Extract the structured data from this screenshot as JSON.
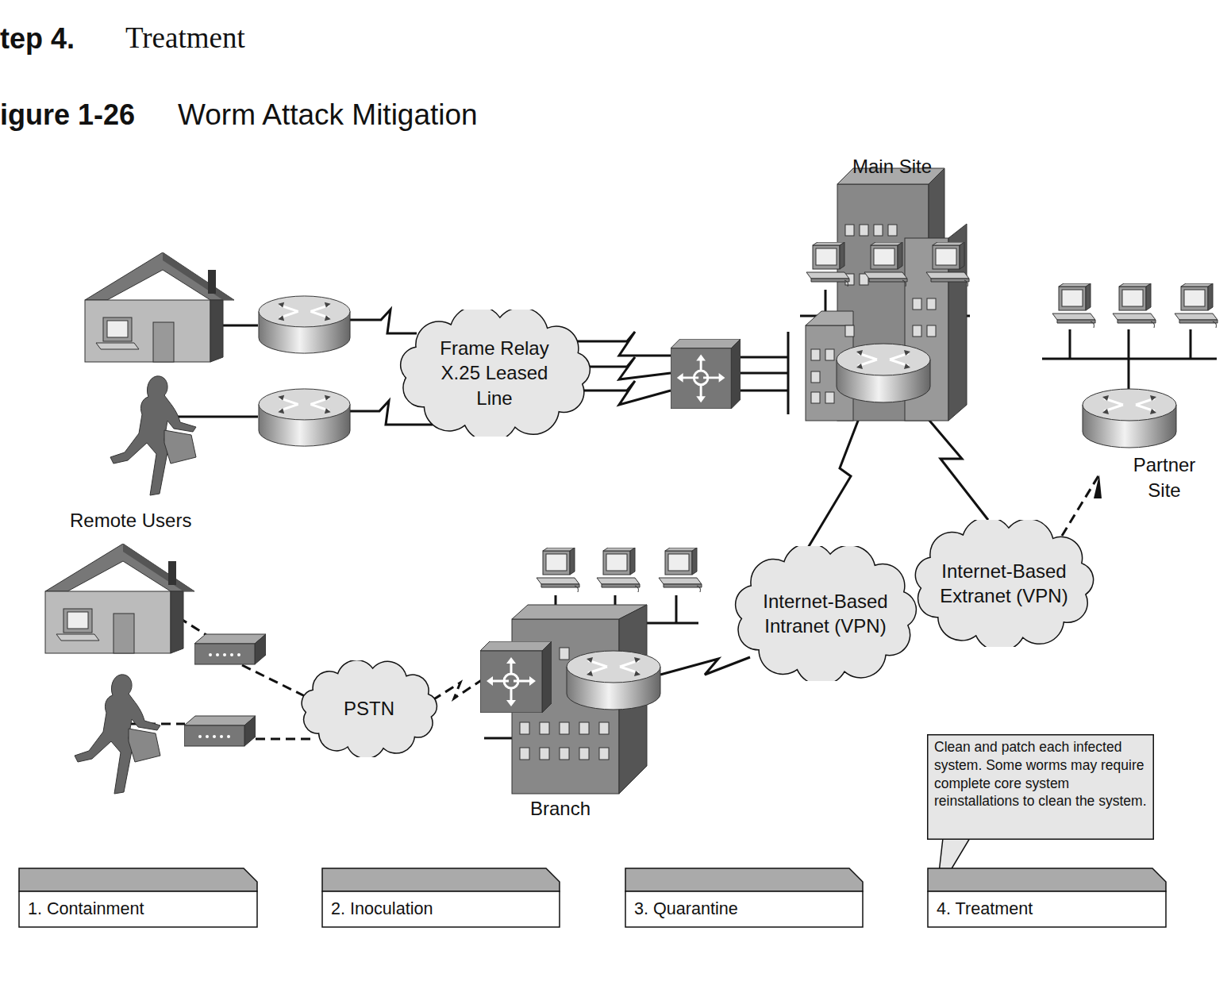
{
  "diagram": {
    "title": "Worm Attack Mitigation",
    "nodes": [
      {
        "text": [
          "Frame Relay X.25 Leased Line"
        ]
      },
      {
        "text": [
          "PSTN"
        ]
      },
      {
        "text": [
          "Internet-Based Intranet (VPN)"
        ]
      },
      {
        "text": [
          "Internet-Based Extranet (VPN)"
        ]
      },
      {
        "text": [
          "Clean and patch each infected system. Some worms may require complete core system reinstallations to clean the system."
        ]
      },
      {
        "text": [
          "1. Containment"
        ]
      },
      {
        "text": [
          "2. Inoculation"
        ]
      },
      {
        "text": [
          "3. Quarantine"
        ]
      },
      {
        "text": [
          "4. Treatment"
        ]
      }
    ],
    "labels": [
      "tep 4.",
      "Treatment",
      "igure 1-26",
      "Main Site",
      "Partner Site",
      "Remote Users",
      "Branch"
    ]
  }
}
